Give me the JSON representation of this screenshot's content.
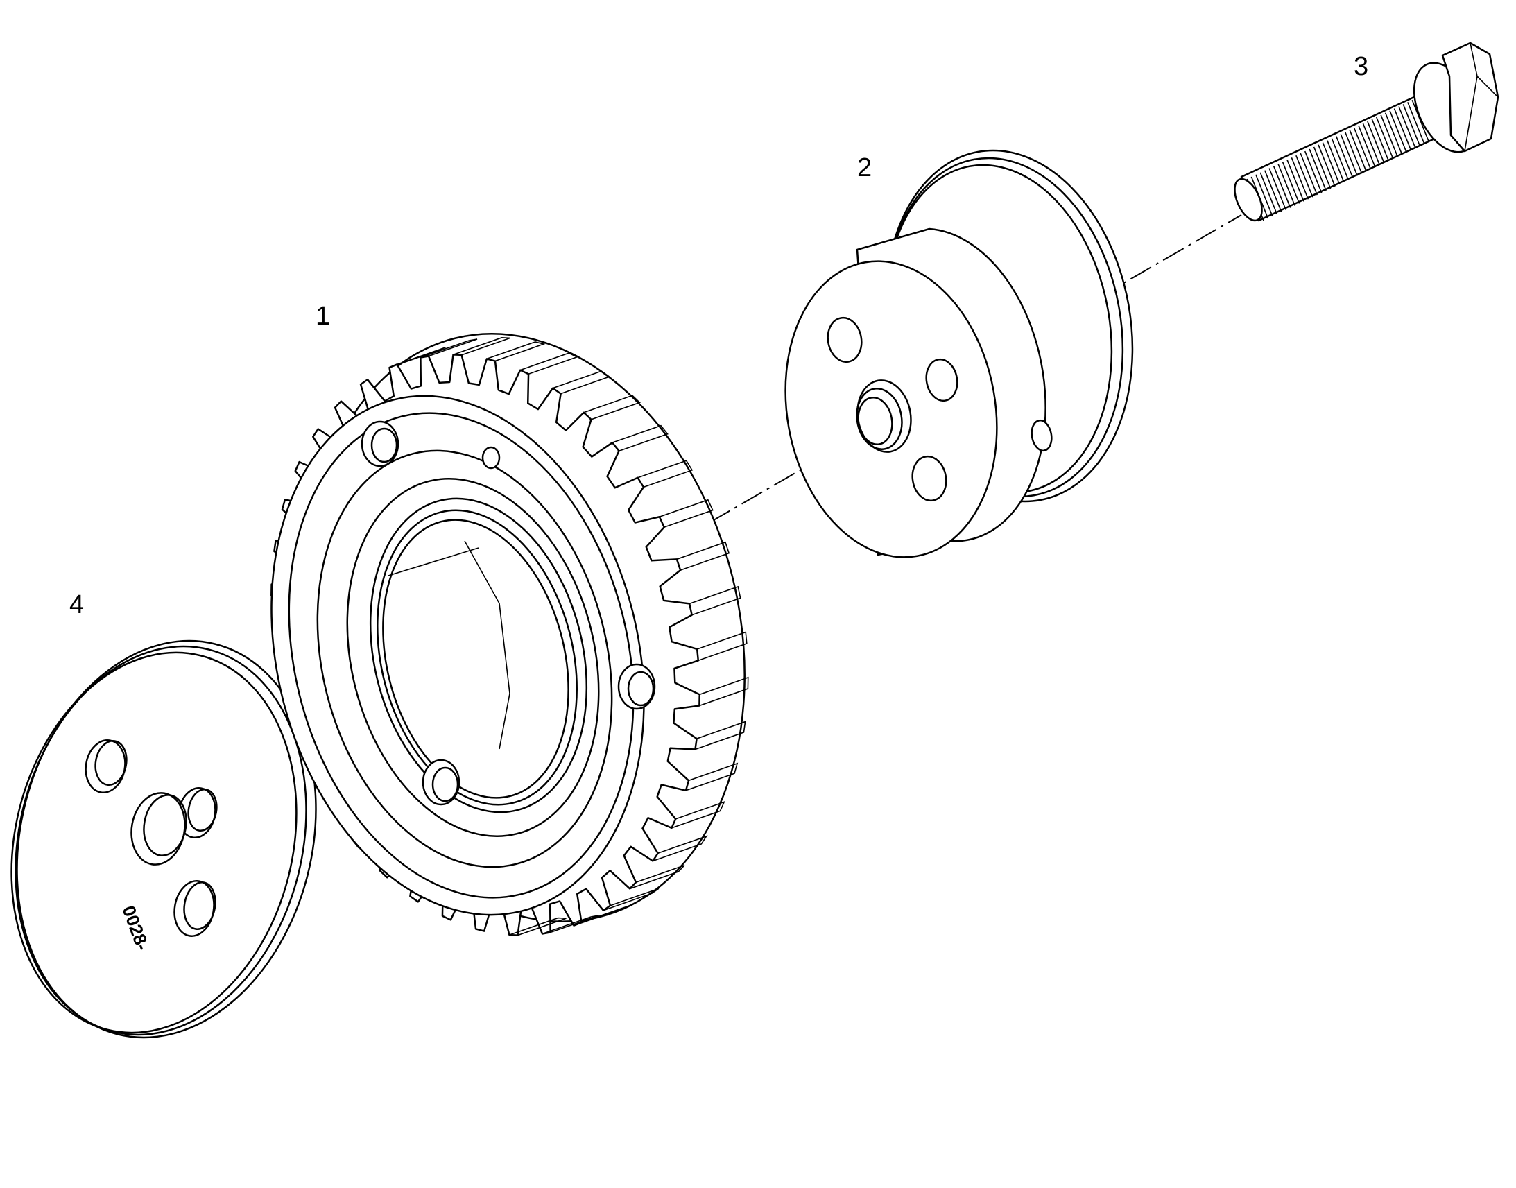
{
  "callouts": [
    {
      "id": "1",
      "label": "1"
    },
    {
      "id": "2",
      "label": "2"
    },
    {
      "id": "3",
      "label": "3"
    },
    {
      "id": "4",
      "label": "4"
    }
  ],
  "plate_stamp": "0028-",
  "colors": {
    "line": "#000000",
    "background": "#ffffff"
  }
}
